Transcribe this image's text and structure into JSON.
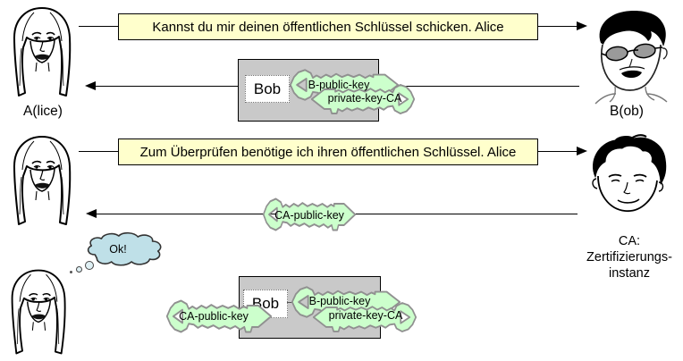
{
  "actors": {
    "alice": {
      "label": "A(lice)"
    },
    "bob": {
      "label": "B(ob)"
    },
    "ca": {
      "label_lines": [
        "CA:",
        "Zertifizierungs-",
        "instanz"
      ]
    }
  },
  "messages": {
    "msg1": "Kannst du mir deinen öffentlichen Schlüssel schicken. Alice",
    "msg2": "Zum Überprüfen benötige ich ihren öffentlichen Schlüssel. Alice",
    "thought": "Ok!"
  },
  "certificate_bob": {
    "owner": "Bob",
    "public_key": "B-public-key",
    "private_key": "private-key-CA"
  },
  "ca_key_message": {
    "label": "CA-public-key"
  },
  "certificate_verified": {
    "owner": "Bob",
    "public_key": "B-public-key",
    "private_key": "private-key-CA",
    "ca_key": "CA-public-key"
  },
  "colors": {
    "message_fill": "#ffffcc",
    "certificate_fill": "#c9c9c9",
    "public_key_fill": "#ccffcc",
    "private_key_fill": "#ffc6b3",
    "key_outline": "#909090",
    "thought_fill": "#bfe0e8"
  }
}
